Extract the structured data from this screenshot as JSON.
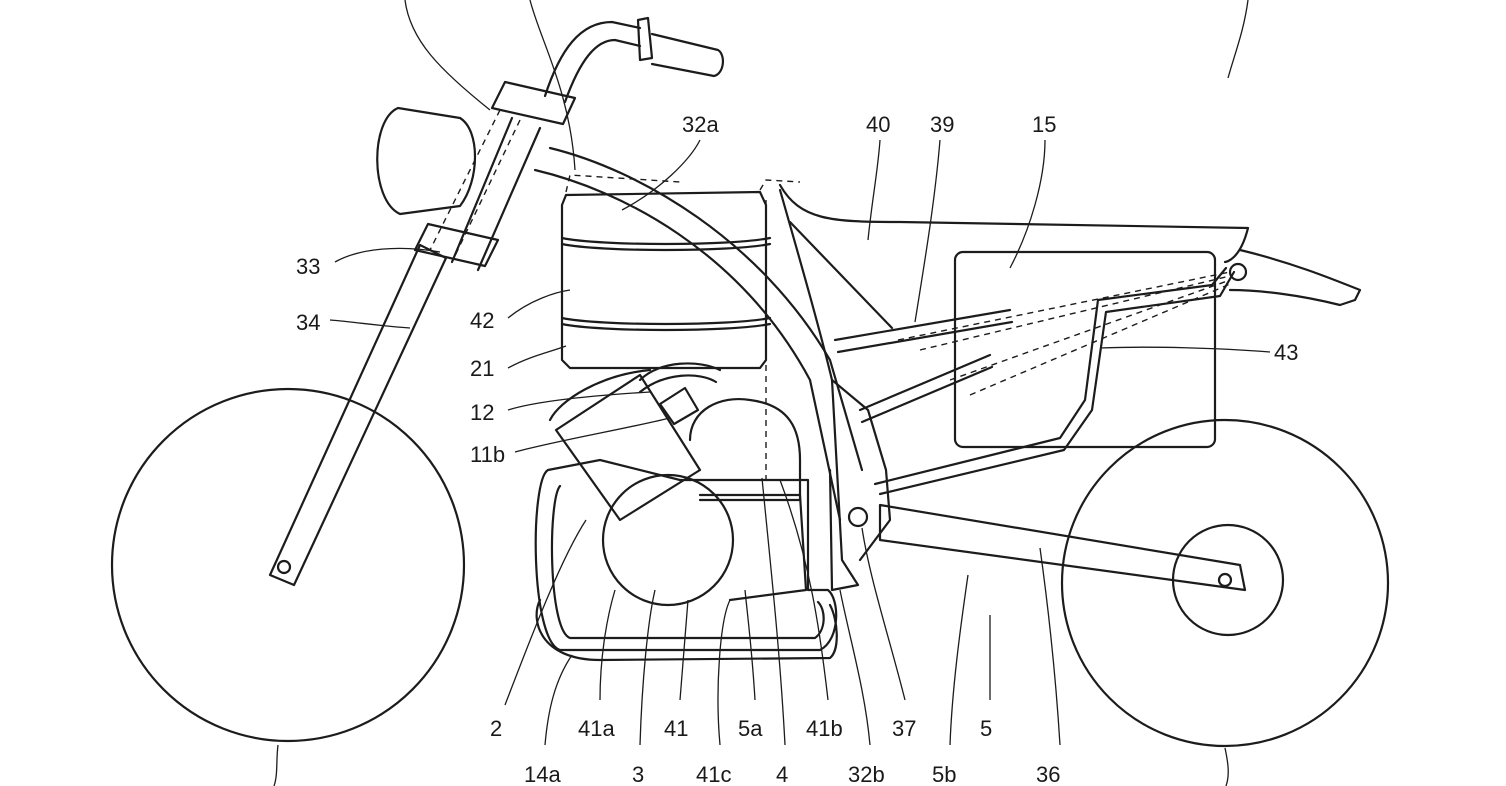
{
  "labels": {
    "l32a": "32a",
    "l40": "40",
    "l39": "39",
    "l15": "15",
    "l33": "33",
    "l34": "34",
    "l42": "42",
    "l21": "21",
    "l12": "12",
    "l11b": "11b",
    "l43": "43",
    "l2": "2",
    "l41a": "41a",
    "l41": "41",
    "l5a": "5a",
    "l41b": "41b",
    "l37": "37",
    "l5": "5",
    "l14a": "14a",
    "l3": "3",
    "l41c": "41c",
    "l4": "4",
    "l32b": "32b",
    "l5b": "5b",
    "l36": "36"
  }
}
